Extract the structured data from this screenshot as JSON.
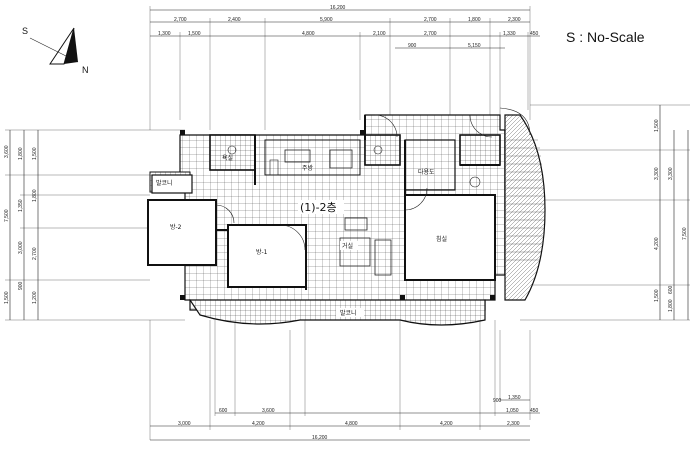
{
  "scale_note": "S : No-Scale",
  "compass": {
    "south": "S",
    "north": "N"
  },
  "floor_label": "(1)-2층",
  "rooms": {
    "bedroom2": "방-2",
    "bedroom1": "방-1",
    "master": "침실",
    "balcony_front": "발코니",
    "balcony_left": "발코니",
    "living": "거실",
    "kitchen": "주방",
    "bath": "욕실",
    "utility": "다용도"
  },
  "dims": {
    "top_total": "16,200",
    "top_row1": [
      "2,700",
      "2,400",
      "5,900",
      "2,700",
      "1,800",
      "2,300"
    ],
    "top_row2": [
      "1,300",
      "1,500",
      "4,800",
      "2,100",
      "2,700",
      "1,330",
      "450"
    ],
    "top_row3": [
      "900",
      "5,150"
    ],
    "bottom_row1": [
      "1,350"
    ],
    "bottom_row2": [
      "600",
      "3,600",
      "900",
      "1,050",
      "450"
    ],
    "bottom_row3": [
      "3,000",
      "4,200",
      "4,800",
      "4,200",
      "2,300"
    ],
    "bottom_total": "16,200",
    "left_outer": [
      "3,600",
      "7,500",
      "1,500"
    ],
    "left_mid": [
      "1,800",
      "1,350",
      "3,000",
      "900"
    ],
    "left_inner": [
      "1,500",
      "1,800",
      "2,700",
      "1,200"
    ],
    "right_inner": [
      "1,500",
      "3,300",
      "4,200",
      "1,500",
      "600"
    ],
    "right_outer": [
      "3,300",
      "7,500",
      "1,800"
    ]
  }
}
